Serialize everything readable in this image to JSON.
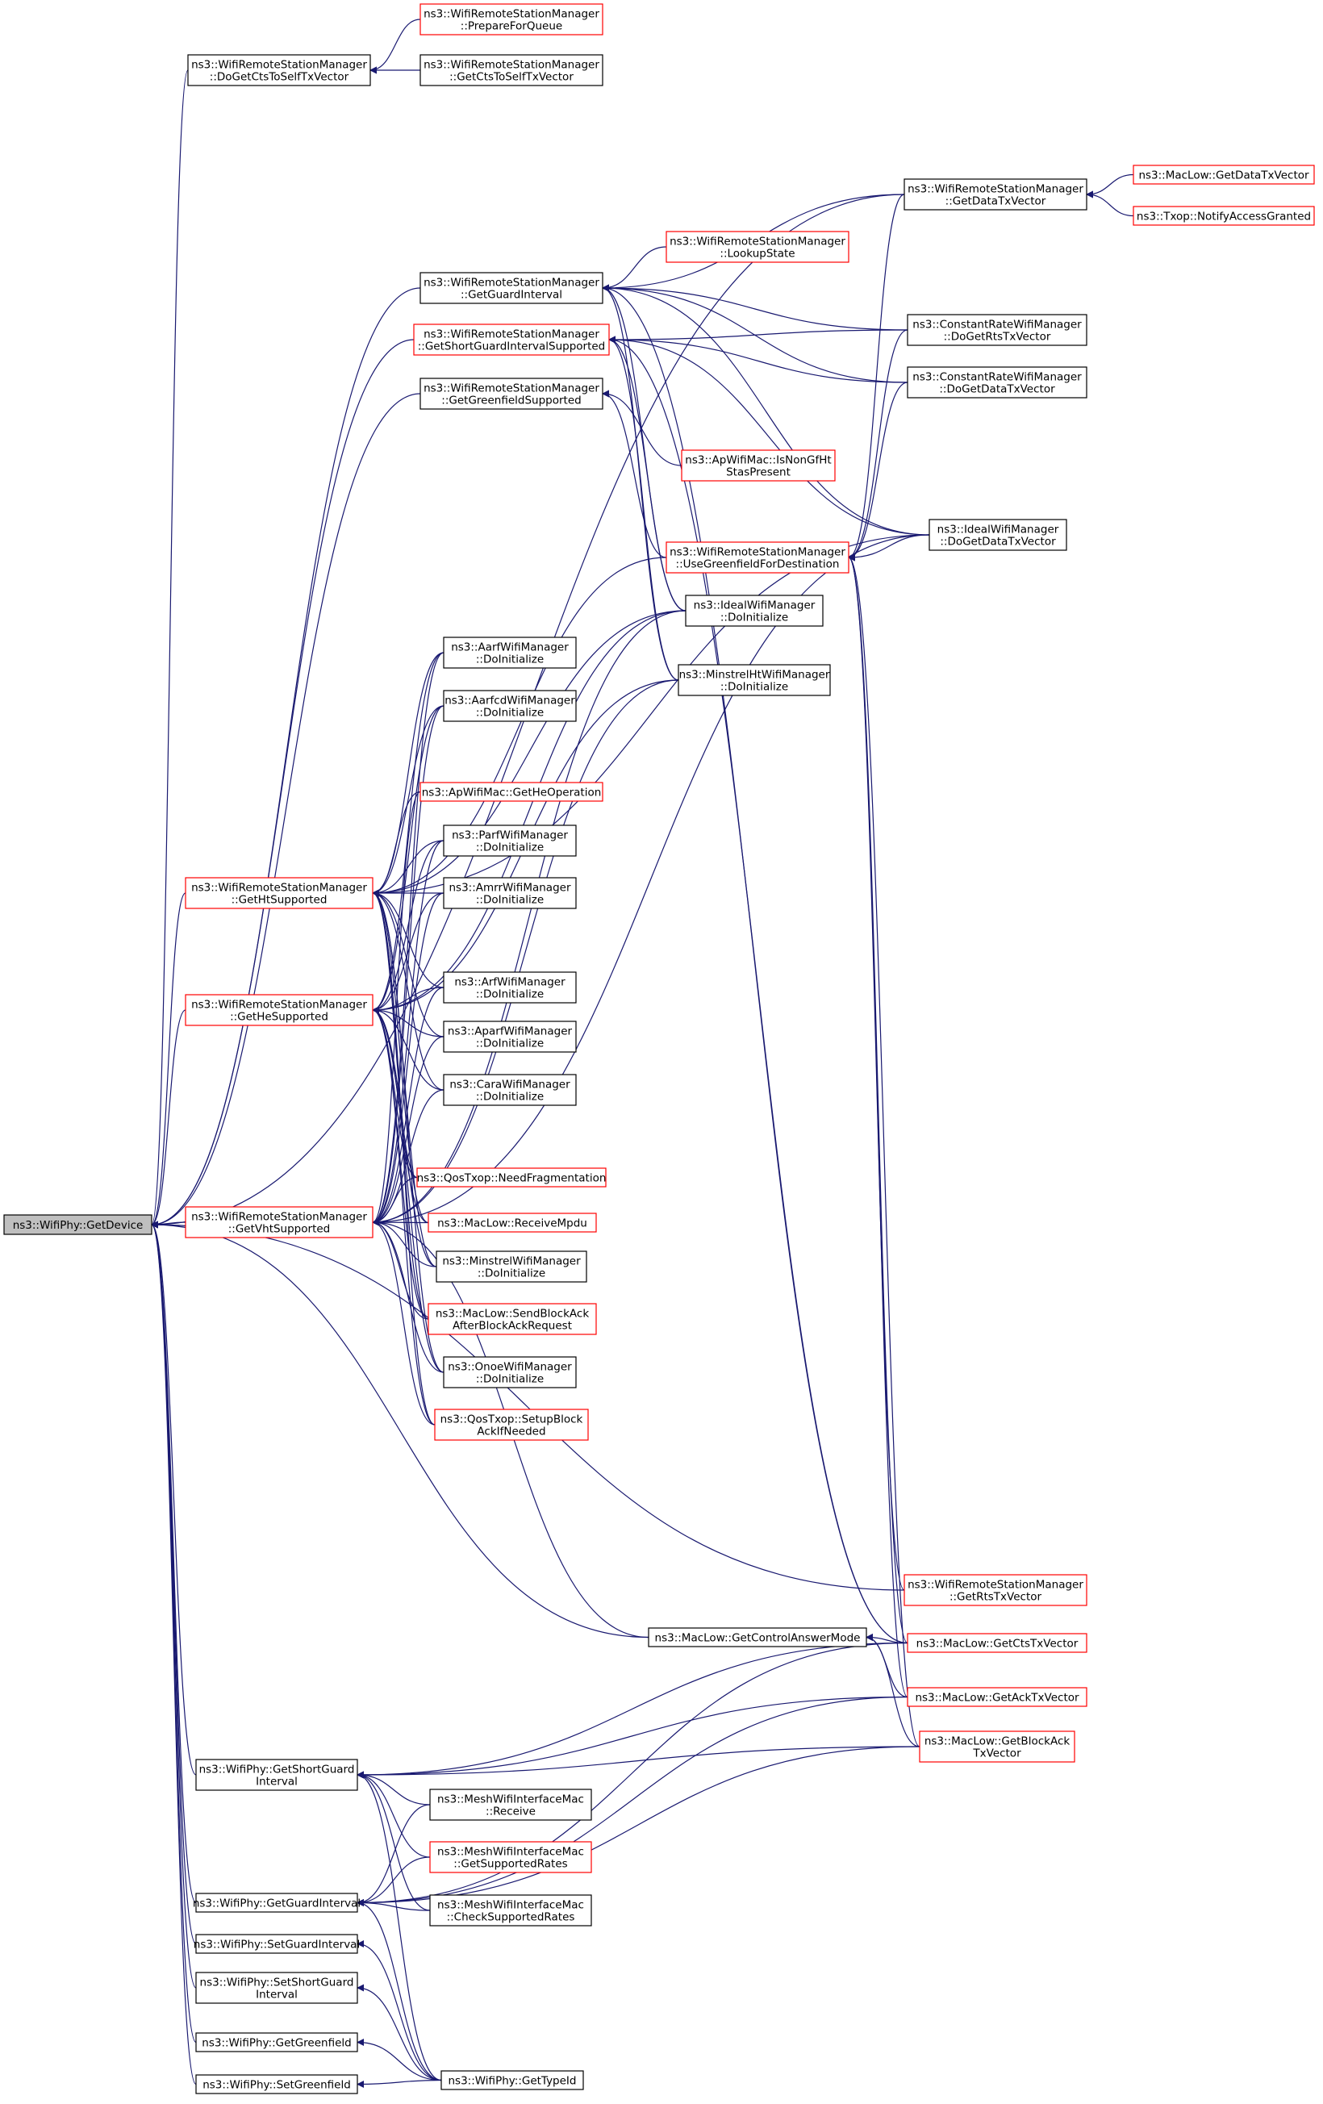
{
  "colors": {
    "edge": "#191970",
    "node_fill": "#ffffff",
    "node_border_normal": "#000000",
    "node_border_truncated": "#ff0000",
    "focus_fill": "#bfbfbf",
    "text": "#000000"
  },
  "nodes": [
    {
      "id": "getdevice",
      "lines": [
        "ns3::WifiPhy::GetDevice"
      ],
      "style": "focus"
    },
    {
      "id": "prepareforqueue",
      "lines": [
        "ns3::WifiRemoteStationManager",
        "::PrepareForQueue"
      ],
      "style": "truncated"
    },
    {
      "id": "dogetcts",
      "lines": [
        "ns3::WifiRemoteStationManager",
        "::DoGetCtsToSelfTxVector"
      ],
      "style": "normal"
    },
    {
      "id": "getctstoself",
      "lines": [
        "ns3::WifiRemoteStationManager",
        "::GetCtsToSelfTxVector"
      ],
      "style": "normal"
    },
    {
      "id": "mac-getdatatx",
      "lines": [
        "ns3::MacLow::GetDataTxVector"
      ],
      "style": "truncated"
    },
    {
      "id": "getdatatxvector",
      "lines": [
        "ns3::WifiRemoteStationManager",
        "::GetDataTxVector"
      ],
      "style": "normal"
    },
    {
      "id": "notifyaccess",
      "lines": [
        "ns3::Txop::NotifyAccessGranted"
      ],
      "style": "truncated"
    },
    {
      "id": "lookupstate",
      "lines": [
        "ns3::WifiRemoteStationManager",
        "::LookupState"
      ],
      "style": "truncated"
    },
    {
      "id": "getguardinterval",
      "lines": [
        "ns3::WifiRemoteStationManager",
        "::GetGuardInterval"
      ],
      "style": "normal"
    },
    {
      "id": "cr-dogetrts",
      "lines": [
        "ns3::ConstantRateWifiManager",
        "::DoGetRtsTxVector"
      ],
      "style": "normal"
    },
    {
      "id": "getshortgi",
      "lines": [
        "ns3::WifiRemoteStationManager",
        "::GetShortGuardIntervalSupported"
      ],
      "style": "truncated"
    },
    {
      "id": "cr-dogetdata",
      "lines": [
        "ns3::ConstantRateWifiManager",
        "::DoGetDataTxVector"
      ],
      "style": "normal"
    },
    {
      "id": "getgreenfield",
      "lines": [
        "ns3::WifiRemoteStationManager",
        "::GetGreenfieldSupported"
      ],
      "style": "normal"
    },
    {
      "id": "isnongf",
      "lines": [
        "ns3::ApWifiMac::IsNonGfHt",
        "StasPresent"
      ],
      "style": "truncated"
    },
    {
      "id": "ideal-dogetdata",
      "lines": [
        "ns3::IdealWifiManager",
        "::DoGetDataTxVector"
      ],
      "style": "normal"
    },
    {
      "id": "usegreenfield",
      "lines": [
        "ns3::WifiRemoteStationManager",
        "::UseGreenfieldForDestination"
      ],
      "style": "truncated"
    },
    {
      "id": "ideal-doinit",
      "lines": [
        "ns3::IdealWifiManager",
        "::DoInitialize"
      ],
      "style": "normal"
    },
    {
      "id": "aarf-doinit",
      "lines": [
        "ns3::AarfWifiManager",
        "::DoInitialize"
      ],
      "style": "normal"
    },
    {
      "id": "minstrelht-doinit",
      "lines": [
        "ns3::MinstrelHtWifiManager",
        "::DoInitialize"
      ],
      "style": "normal"
    },
    {
      "id": "aarfcd-doinit",
      "lines": [
        "ns3::AarfcdWifiManager",
        "::DoInitialize"
      ],
      "style": "normal"
    },
    {
      "id": "getheoperation",
      "lines": [
        "ns3::ApWifiMac::GetHeOperation"
      ],
      "style": "truncated"
    },
    {
      "id": "parf-doinit",
      "lines": [
        "ns3::ParfWifiManager",
        "::DoInitialize"
      ],
      "style": "normal"
    },
    {
      "id": "gethtsupported",
      "lines": [
        "ns3::WifiRemoteStationManager",
        "::GetHtSupported"
      ],
      "style": "truncated"
    },
    {
      "id": "amrr-doinit",
      "lines": [
        "ns3::AmrrWifiManager",
        "::DoInitialize"
      ],
      "style": "normal"
    },
    {
      "id": "arf-doinit",
      "lines": [
        "ns3::ArfWifiManager",
        "::DoInitialize"
      ],
      "style": "normal"
    },
    {
      "id": "gethesupported",
      "lines": [
        "ns3::WifiRemoteStationManager",
        "::GetHeSupported"
      ],
      "style": "truncated"
    },
    {
      "id": "aparf-doinit",
      "lines": [
        "ns3::AparfWifiManager",
        "::DoInitialize"
      ],
      "style": "normal"
    },
    {
      "id": "cara-doinit",
      "lines": [
        "ns3::CaraWifiManager",
        "::DoInitialize"
      ],
      "style": "normal"
    },
    {
      "id": "needfrag",
      "lines": [
        "ns3::QosTxop::NeedFragmentation"
      ],
      "style": "truncated"
    },
    {
      "id": "getvhtsupported",
      "lines": [
        "ns3::WifiRemoteStationManager",
        "::GetVhtSupported"
      ],
      "style": "truncated"
    },
    {
      "id": "receivempdu",
      "lines": [
        "ns3::MacLow::ReceiveMpdu"
      ],
      "style": "truncated"
    },
    {
      "id": "minstrel-doinit",
      "lines": [
        "ns3::MinstrelWifiManager",
        "::DoInitialize"
      ],
      "style": "normal"
    },
    {
      "id": "sendblockack",
      "lines": [
        "ns3::MacLow::SendBlockAck",
        "AfterBlockAckRequest"
      ],
      "style": "truncated"
    },
    {
      "id": "onoe-doinit",
      "lines": [
        "ns3::OnoeWifiManager",
        "::DoInitialize"
      ],
      "style": "normal"
    },
    {
      "id": "setupblockack",
      "lines": [
        "ns3::QosTxop::SetupBlock",
        "AckIfNeeded"
      ],
      "style": "truncated"
    },
    {
      "id": "getrtstx",
      "lines": [
        "ns3::WifiRemoteStationManager",
        "::GetRtsTxVector"
      ],
      "style": "truncated"
    },
    {
      "id": "getcontrolanswer",
      "lines": [
        "ns3::MacLow::GetControlAnswerMode"
      ],
      "style": "normal"
    },
    {
      "id": "getctstx",
      "lines": [
        "ns3::MacLow::GetCtsTxVector"
      ],
      "style": "truncated"
    },
    {
      "id": "getacktx",
      "lines": [
        "ns3::MacLow::GetAckTxVector"
      ],
      "style": "truncated"
    },
    {
      "id": "phy-getshortgi",
      "lines": [
        "ns3::WifiPhy::GetShortGuard",
        "Interval"
      ],
      "style": "normal"
    },
    {
      "id": "getblockacktx",
      "lines": [
        "ns3::MacLow::GetBlockAck",
        "TxVector"
      ],
      "style": "truncated"
    },
    {
      "id": "mesh-receive",
      "lines": [
        "ns3::MeshWifiInterfaceMac",
        "::Receive"
      ],
      "style": "normal"
    },
    {
      "id": "mesh-getsupported",
      "lines": [
        "ns3::MeshWifiInterfaceMac",
        "::GetSupportedRates"
      ],
      "style": "truncated"
    },
    {
      "id": "phy-getgi",
      "lines": [
        "ns3::WifiPhy::GetGuardInterval"
      ],
      "style": "normal"
    },
    {
      "id": "mesh-checksupported",
      "lines": [
        "ns3::MeshWifiInterfaceMac",
        "::CheckSupportedRates"
      ],
      "style": "normal"
    },
    {
      "id": "phy-setgi",
      "lines": [
        "ns3::WifiPhy::SetGuardInterval"
      ],
      "style": "normal"
    },
    {
      "id": "phy-setshortgi",
      "lines": [
        "ns3::WifiPhy::SetShortGuard",
        "Interval"
      ],
      "style": "normal"
    },
    {
      "id": "phy-getgreenfield",
      "lines": [
        "ns3::WifiPhy::GetGreenfield"
      ],
      "style": "normal"
    },
    {
      "id": "phy-gettypeid",
      "lines": [
        "ns3::WifiPhy::GetTypeId"
      ],
      "style": "normal"
    },
    {
      "id": "phy-setgreenfield",
      "lines": [
        "ns3::WifiPhy::SetGreenfield"
      ],
      "style": "normal"
    }
  ],
  "edges": [
    [
      "getdevice",
      "dogetcts"
    ],
    [
      "getdevice",
      "getdatatxvector"
    ],
    [
      "getdevice",
      "getguardinterval"
    ],
    [
      "getdevice",
      "getshortgi"
    ],
    [
      "getdevice",
      "getgreenfield"
    ],
    [
      "getdevice",
      "gethtsupported"
    ],
    [
      "getdevice",
      "gethesupported"
    ],
    [
      "getdevice",
      "getvhtsupported"
    ],
    [
      "getdevice",
      "getrtstx"
    ],
    [
      "getdevice",
      "getcontrolanswer"
    ],
    [
      "getdevice",
      "phy-getshortgi"
    ],
    [
      "getdevice",
      "phy-getgi"
    ],
    [
      "getdevice",
      "phy-setgi"
    ],
    [
      "getdevice",
      "phy-setshortgi"
    ],
    [
      "getdevice",
      "phy-getgreenfield"
    ],
    [
      "getdevice",
      "phy-setgreenfield"
    ],
    [
      "dogetcts",
      "prepareforqueue"
    ],
    [
      "dogetcts",
      "getctstoself"
    ],
    [
      "getdatatxvector",
      "mac-getdatatx"
    ],
    [
      "getdatatxvector",
      "notifyaccess"
    ],
    [
      "getguardinterval",
      "lookupstate"
    ],
    [
      "getguardinterval",
      "getdatatxvector"
    ],
    [
      "getguardinterval",
      "cr-dogetrts"
    ],
    [
      "getguardinterval",
      "cr-dogetdata"
    ],
    [
      "getguardinterval",
      "ideal-dogetdata"
    ],
    [
      "getguardinterval",
      "ideal-doinit"
    ],
    [
      "getguardinterval",
      "minstrelht-doinit"
    ],
    [
      "getguardinterval",
      "getctstx"
    ],
    [
      "getshortgi",
      "cr-dogetrts"
    ],
    [
      "getshortgi",
      "cr-dogetdata"
    ],
    [
      "getshortgi",
      "ideal-dogetdata"
    ],
    [
      "getshortgi",
      "ideal-doinit"
    ],
    [
      "getshortgi",
      "minstrelht-doinit"
    ],
    [
      "getshortgi",
      "getctstx"
    ],
    [
      "getgreenfield",
      "isnongf"
    ],
    [
      "getgreenfield",
      "usegreenfield"
    ],
    [
      "usegreenfield",
      "getdatatxvector"
    ],
    [
      "usegreenfield",
      "cr-dogetrts"
    ],
    [
      "usegreenfield",
      "cr-dogetdata"
    ],
    [
      "usegreenfield",
      "ideal-dogetdata"
    ],
    [
      "usegreenfield",
      "getrtstx"
    ],
    [
      "usegreenfield",
      "getctstx"
    ],
    [
      "usegreenfield",
      "getacktx"
    ],
    [
      "usegreenfield",
      "getblockacktx"
    ],
    [
      "gethtsupported",
      "ideal-doinit"
    ],
    [
      "gethtsupported",
      "aarf-doinit"
    ],
    [
      "gethtsupported",
      "aarfcd-doinit"
    ],
    [
      "gethtsupported",
      "parf-doinit"
    ],
    [
      "gethtsupported",
      "amrr-doinit"
    ],
    [
      "gethtsupported",
      "arf-doinit"
    ],
    [
      "gethtsupported",
      "aparf-doinit"
    ],
    [
      "gethtsupported",
      "cara-doinit"
    ],
    [
      "gethtsupported",
      "needfrag"
    ],
    [
      "gethtsupported",
      "receivempdu"
    ],
    [
      "gethtsupported",
      "minstrel-doinit"
    ],
    [
      "gethtsupported",
      "sendblockack"
    ],
    [
      "gethtsupported",
      "onoe-doinit"
    ],
    [
      "gethtsupported",
      "setupblockack"
    ],
    [
      "gethtsupported",
      "usegreenfield"
    ],
    [
      "gethtsupported",
      "ideal-dogetdata"
    ],
    [
      "gethtsupported",
      "getheoperation"
    ],
    [
      "gethesupported",
      "ideal-doinit"
    ],
    [
      "gethesupported",
      "aarf-doinit"
    ],
    [
      "gethesupported",
      "aarfcd-doinit"
    ],
    [
      "gethesupported",
      "parf-doinit"
    ],
    [
      "gethesupported",
      "amrr-doinit"
    ],
    [
      "gethesupported",
      "arf-doinit"
    ],
    [
      "gethesupported",
      "aparf-doinit"
    ],
    [
      "gethesupported",
      "cara-doinit"
    ],
    [
      "gethesupported",
      "needfrag"
    ],
    [
      "gethesupported",
      "receivempdu"
    ],
    [
      "gethesupported",
      "minstrel-doinit"
    ],
    [
      "gethesupported",
      "sendblockack"
    ],
    [
      "gethesupported",
      "onoe-doinit"
    ],
    [
      "gethesupported",
      "setupblockack"
    ],
    [
      "gethesupported",
      "minstrelht-doinit"
    ],
    [
      "getvhtsupported",
      "ideal-doinit"
    ],
    [
      "getvhtsupported",
      "aarf-doinit"
    ],
    [
      "getvhtsupported",
      "aarfcd-doinit"
    ],
    [
      "getvhtsupported",
      "parf-doinit"
    ],
    [
      "getvhtsupported",
      "amrr-doinit"
    ],
    [
      "getvhtsupported",
      "arf-doinit"
    ],
    [
      "getvhtsupported",
      "aparf-doinit"
    ],
    [
      "getvhtsupported",
      "cara-doinit"
    ],
    [
      "getvhtsupported",
      "needfrag"
    ],
    [
      "getvhtsupported",
      "receivempdu"
    ],
    [
      "getvhtsupported",
      "minstrel-doinit"
    ],
    [
      "getvhtsupported",
      "sendblockack"
    ],
    [
      "getvhtsupported",
      "onoe-doinit"
    ],
    [
      "getvhtsupported",
      "setupblockack"
    ],
    [
      "getvhtsupported",
      "minstrelht-doinit"
    ],
    [
      "getvhtsupported",
      "ideal-dogetdata"
    ],
    [
      "getvhtsupported",
      "getcontrolanswer"
    ],
    [
      "getvhtsupported",
      "getheoperation"
    ],
    [
      "getcontrolanswer",
      "getctstx"
    ],
    [
      "getcontrolanswer",
      "getacktx"
    ],
    [
      "getcontrolanswer",
      "getblockacktx"
    ],
    [
      "phy-getshortgi",
      "getctstx"
    ],
    [
      "phy-getshortgi",
      "getacktx"
    ],
    [
      "phy-getshortgi",
      "getblockacktx"
    ],
    [
      "phy-getshortgi",
      "mesh-receive"
    ],
    [
      "phy-getshortgi",
      "mesh-getsupported"
    ],
    [
      "phy-getshortgi",
      "mesh-checksupported"
    ],
    [
      "phy-getshortgi",
      "phy-gettypeid"
    ],
    [
      "phy-getgi",
      "getctstx"
    ],
    [
      "phy-getgi",
      "getacktx"
    ],
    [
      "phy-getgi",
      "getblockacktx"
    ],
    [
      "phy-getgi",
      "mesh-receive"
    ],
    [
      "phy-getgi",
      "mesh-getsupported"
    ],
    [
      "phy-getgi",
      "mesh-checksupported"
    ],
    [
      "phy-getgi",
      "phy-gettypeid"
    ],
    [
      "phy-setgi",
      "phy-gettypeid"
    ],
    [
      "phy-setshortgi",
      "phy-gettypeid"
    ],
    [
      "phy-getgreenfield",
      "phy-gettypeid"
    ],
    [
      "phy-setgreenfield",
      "phy-gettypeid"
    ]
  ]
}
